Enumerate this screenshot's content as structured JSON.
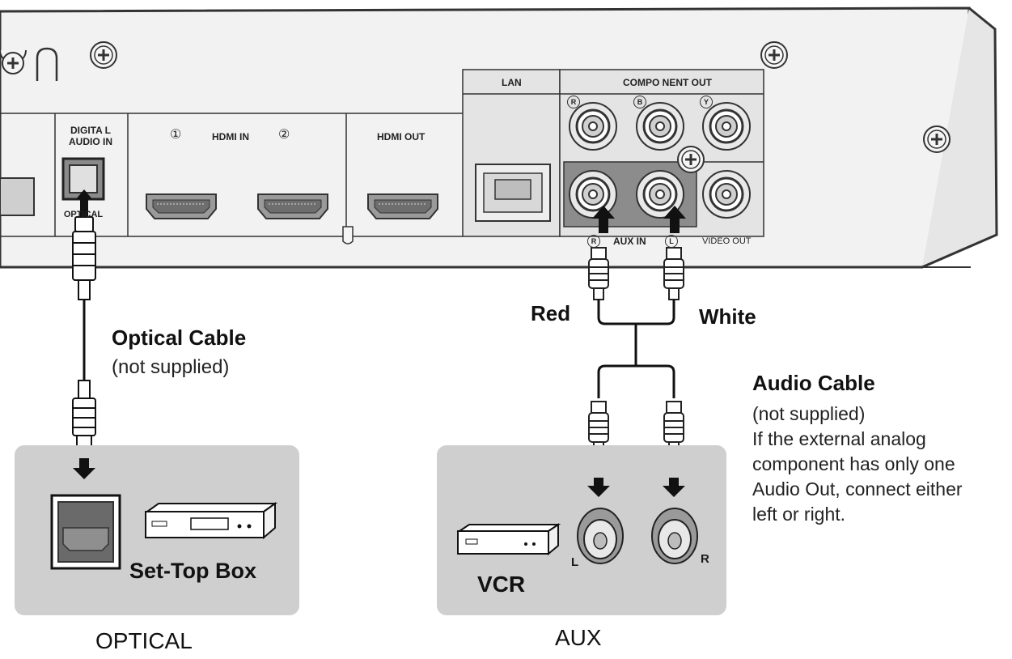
{
  "panel": {
    "digital_audio_in_l1": "DIGITA L",
    "digital_audio_in_l2": "AUDIO IN",
    "optical": "OPTICAL",
    "hdmi_in_1": "①",
    "hdmi_in": "HDMI IN",
    "hdmi_in_2": "②",
    "hdmi_out": "HDMI OUT",
    "lan": "LAN",
    "component_out": "COMPO NENT OUT",
    "pr": "R",
    "pb": "B",
    "y": "Y",
    "aux_in_r": "R",
    "aux_in": "AUX IN",
    "aux_in_l": "L",
    "video_out": "VIDEO OUT"
  },
  "labels": {
    "optical_cable": "Optical Cable",
    "optical_not_supplied": "(not supplied)",
    "set_top_box": "Set-Top Box",
    "optical_section": "OPTICAL",
    "red": "Red",
    "white": "White",
    "audio_cable": "Audio Cable",
    "audio_not_supplied": "(not supplied)",
    "note_line1": "If the external analog",
    "note_line2": "component has only one",
    "note_line3": "Audio Out, connect either",
    "note_line4": "left or right.",
    "vcr": "VCR",
    "jack_l": "L",
    "jack_r": "R",
    "aux_section": "AUX"
  },
  "colors": {
    "panel_fill": "#f2f2f2",
    "panel_line": "#333333",
    "box_fill": "#cfcfcf",
    "aux_in_fill": "#8c8c8c",
    "cable": "#1a1a1a"
  }
}
